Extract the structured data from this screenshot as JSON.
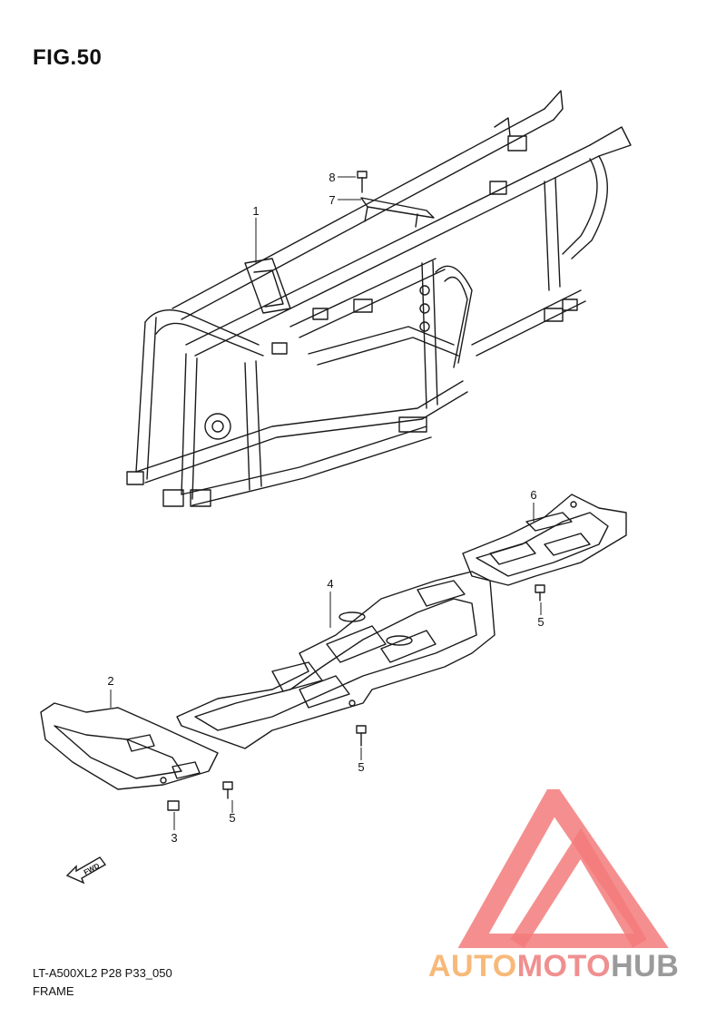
{
  "figure": {
    "title": "FIG.50"
  },
  "callouts": {
    "p1": "1",
    "p2": "2",
    "p3": "3",
    "p4": "4",
    "p5a": "5",
    "p5b": "5",
    "p5c": "5",
    "p6": "6",
    "p7": "7",
    "p8": "8"
  },
  "fwd_label": "FWD",
  "footer": {
    "code": "LT-A500XL2 P28 P33_050",
    "name": "FRAME"
  },
  "watermark": {
    "part1": "AUTO",
    "part2": "MOTO",
    "part3": "HUB",
    "colors": {
      "auto": "#f7b97a",
      "moto": "#f08f8f",
      "hub": "#9a9a9a",
      "triangle": "#f37b7b"
    }
  }
}
